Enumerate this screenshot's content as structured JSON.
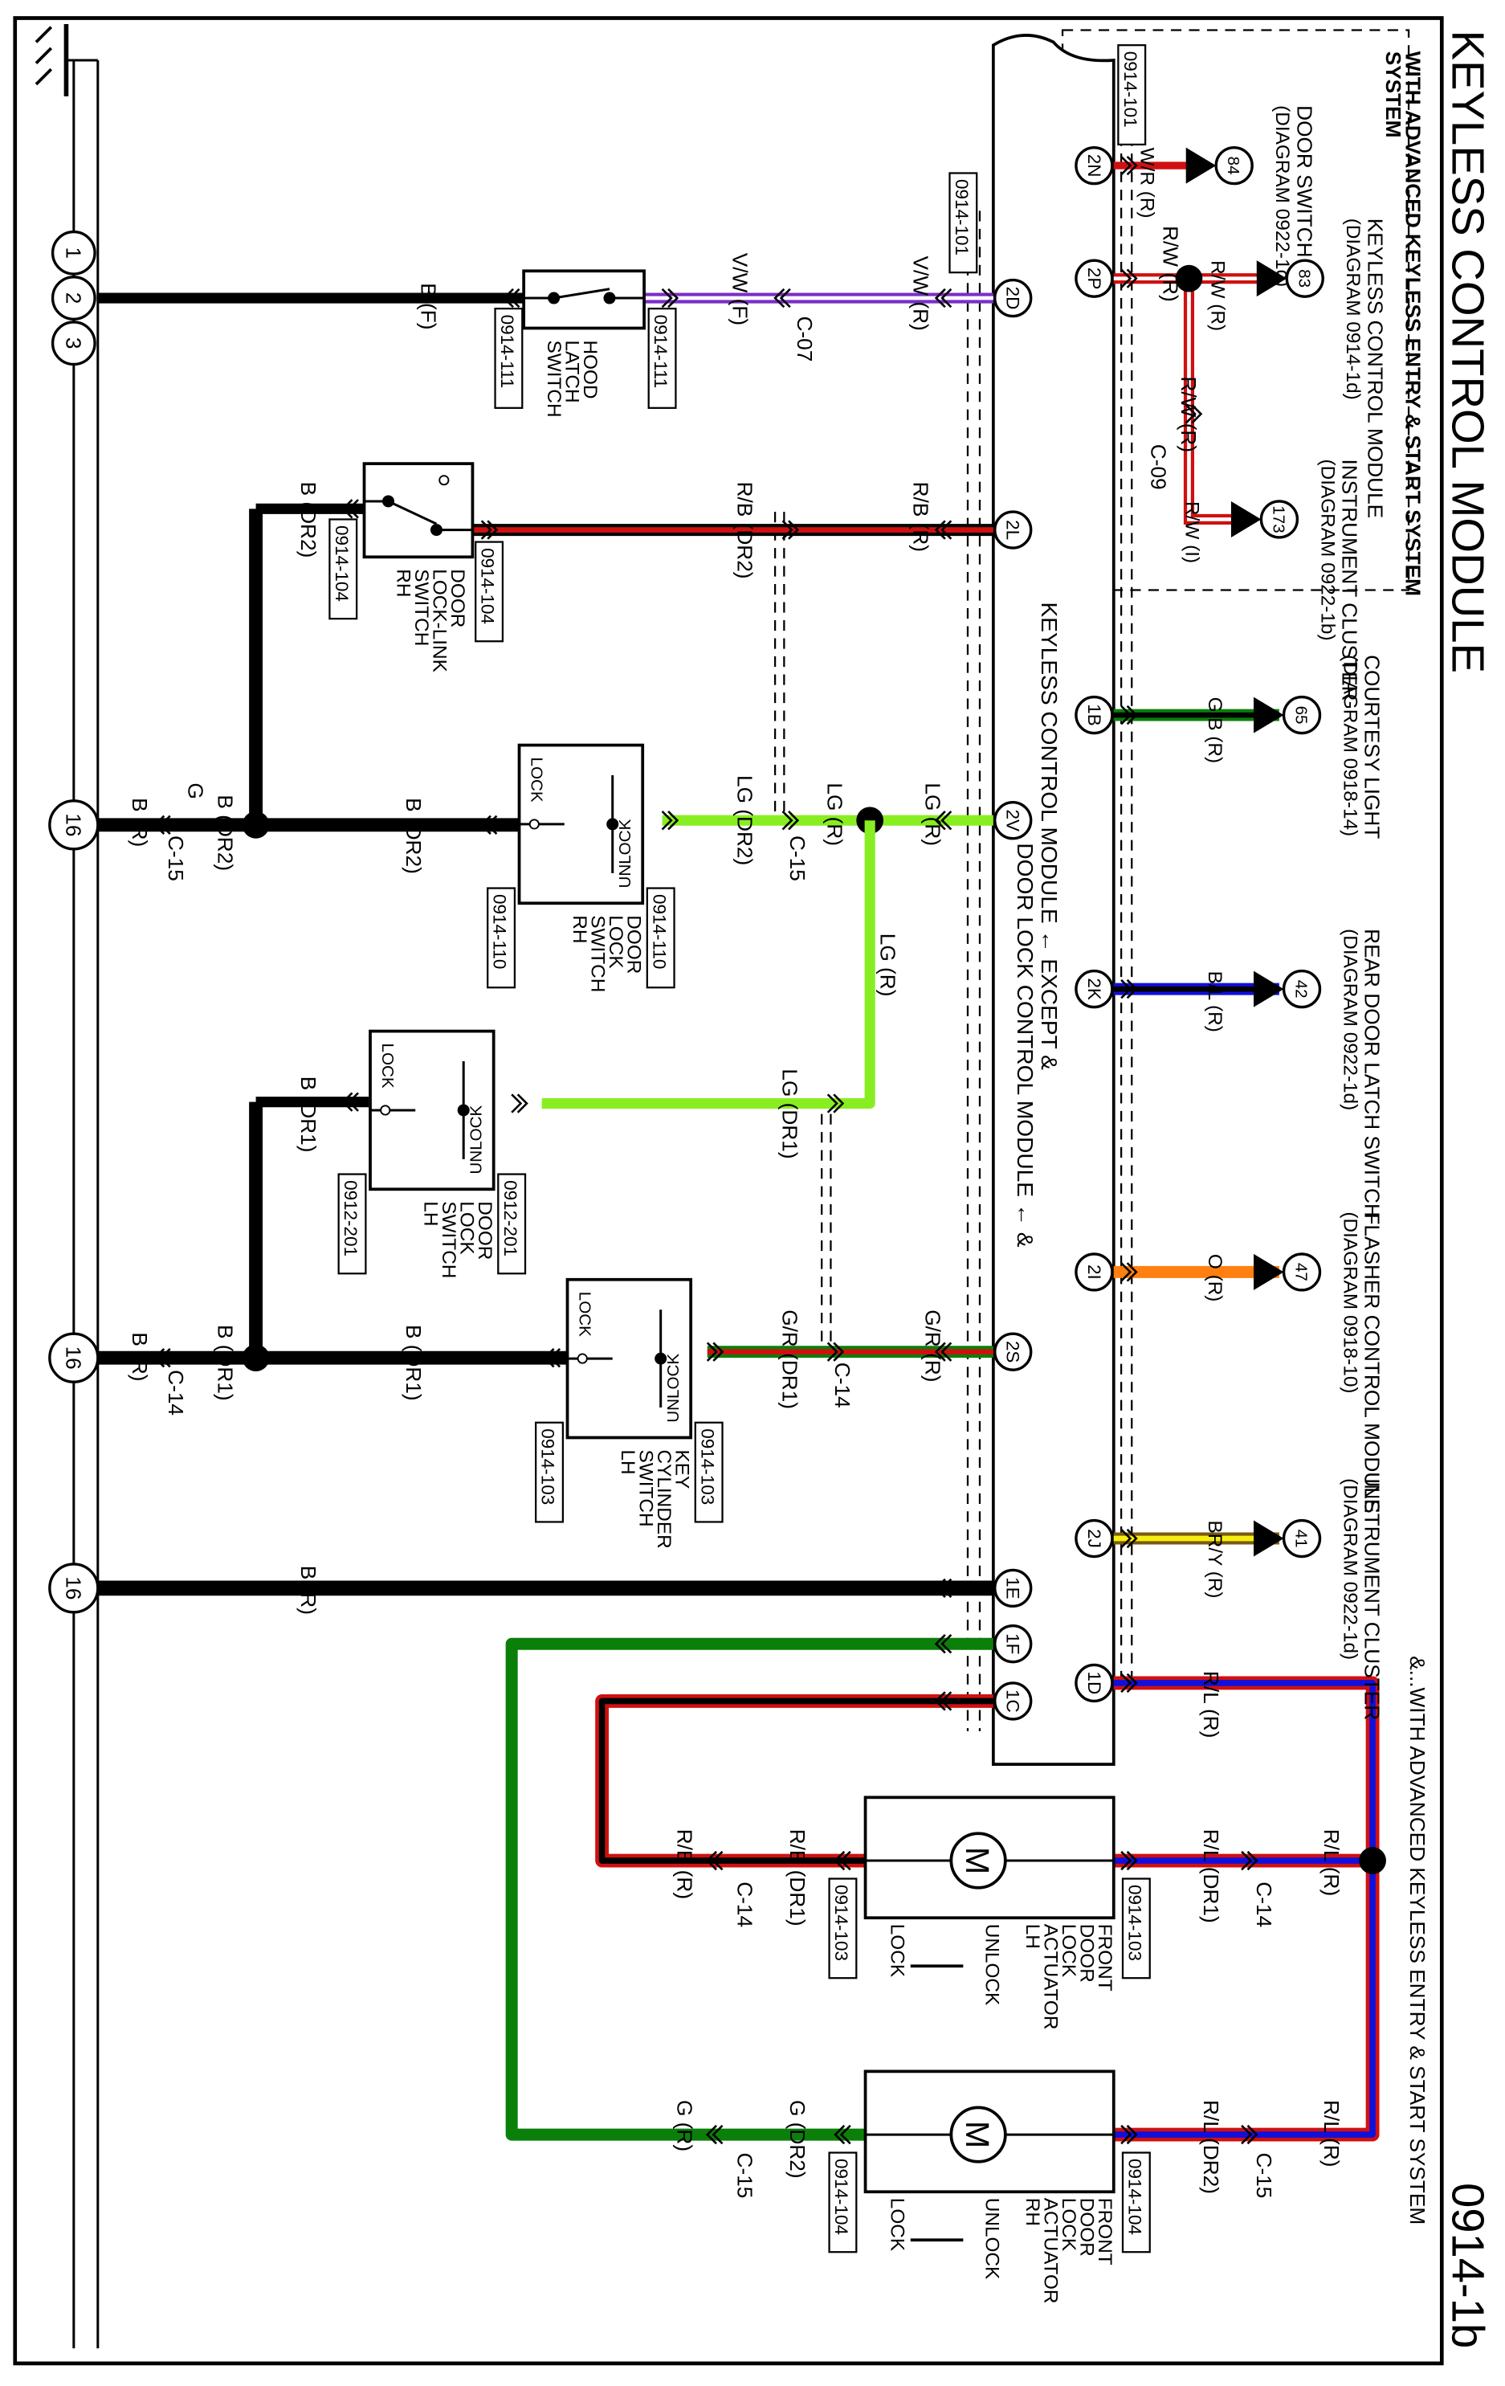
{
  "page": {
    "title": "KEYLESS CONTROL MODULE",
    "page_number": "0914-1b",
    "subsystem_note": "WITH ADVANCED KEYLESS ENTRY & START SYSTEM",
    "actuator_note": "&...WITH ADVANCED KEYLESS ENTRY & START SYSTEM",
    "module_label_1": "KEYLESS CONTROL MODULE ← EXCEPT &",
    "module_label_2": "DOOR LOCK CONTROL MODULE ← &"
  },
  "colors": {
    "black": "#000000",
    "red": "#d01010",
    "violet": "#7a2fc8",
    "light_green": "#88ee22",
    "green": "#0a7f0a",
    "blue": "#1010dd",
    "orange": "#ff8010",
    "yellow": "#f5ee10",
    "brown": "#7a5a10"
  },
  "grounds": {
    "top_group": [
      "1",
      "2",
      "3"
    ],
    "g16": "16"
  },
  "external_refs": [
    {
      "id": "84",
      "name": "DOOR SWITCH FL",
      "diagram": "(DIAGRAM 0922-1d)",
      "wire": "W/R (R)",
      "pin": "2N"
    },
    {
      "id": "83",
      "name": "KEYLESS CONTROL MODULE",
      "diagram": "(DIAGRAM 0914-1d)",
      "wire": "R/W (R)",
      "pin": "2P"
    },
    {
      "id": "173",
      "name": "INSTRUMENT CLUSTER",
      "diagram": "(DIAGRAM 0922-1b)",
      "wire": "R/W (I)",
      "pin": ""
    },
    {
      "id": "65",
      "name": "COURTESY LIGHT",
      "diagram": "(DIAGRAM 0918-14)",
      "wire": "G/B (R)",
      "pin": "1B"
    },
    {
      "id": "42",
      "name": "REAR DOOR LATCH SWITCH",
      "diagram": "(DIAGRAM 0922-1d)",
      "wire": "B/L (R)",
      "pin": "2K"
    },
    {
      "id": "47",
      "name": "FLASHER CONTROL MODULE",
      "diagram": "(DIAGRAM 0918-10)",
      "wire": "O (R)",
      "pin": "2I"
    },
    {
      "id": "41",
      "name": "INSTRUMENT CLUSTER",
      "diagram": "(DIAGRAM 0922-1d)",
      "wire": "BR/Y (R)",
      "pin": "2J"
    }
  ],
  "labels": {
    "ref_0914_101": "0914-101",
    "ref_0914_111": "0914-111",
    "ref_0914_104": "0914-104",
    "ref_0914_110": "0914-110",
    "ref_0912_201": "0912-201",
    "ref_0914_103": "0914-103",
    "rw_r": "R/W (R)",
    "c09": "C-09",
    "c07": "C-07",
    "c14": "C-14",
    "c15": "C-15",
    "vw_r": "V/W (R)",
    "vw_f": "V/W (F)",
    "b_f": "B (F)",
    "rb_r": "R/B (R)",
    "rb_dr2": "R/B (DR2)",
    "rb_dr1": "R/B (DR1)",
    "b_dr2": "B (DR2)",
    "b_dr1": "B (DR1)",
    "b_r": "B (R)",
    "g": "G",
    "lg_r": "LG (R)",
    "lg_dr2": "LG (DR2)",
    "lg_dr1": "LG (DR1)",
    "gr_r": "G/R (R)",
    "gr_dr1": "G/R (DR1)",
    "rl_r": "R/L (R)",
    "rl_dr1": "R/L (DR1)",
    "rl_dr2": "R/L (DR2)",
    "g_r": "G (R)",
    "g_dr2": "G (DR2)",
    "unlock": "UNLOCK",
    "lock": "LOCK",
    "motor": "M"
  },
  "pins": {
    "p2D": "2D",
    "p2L": "2L",
    "p2V": "2V",
    "p2S": "2S",
    "p1E": "1E",
    "p1F": "1F",
    "p1C": "1C",
    "p1D": "1D",
    "p2N": "2N",
    "p2P": "2P",
    "p1B": "1B",
    "p2K": "2K",
    "p2I": "2I",
    "p2J": "2J"
  },
  "components": {
    "hood_latch": [
      "HOOD",
      "LATCH",
      "SWITCH"
    ],
    "lock_link_rh": [
      "DOOR",
      "LOCK-LINK",
      "SWITCH",
      "RH"
    ],
    "door_lock_rh": [
      "DOOR",
      "LOCK",
      "SWITCH",
      "RH"
    ],
    "door_lock_lh": [
      "DOOR",
      "LOCK",
      "SWITCH",
      "LH"
    ],
    "key_cyl_lh": [
      "KEY",
      "CYLINDER",
      "SWITCH",
      "LH"
    ],
    "actuator_lh": [
      "FRONT",
      "DOOR",
      "LOCK",
      "ACTUATOR",
      "LH"
    ],
    "actuator_rh": [
      "FRONT",
      "DOOR",
      "LOCK",
      "ACTUATOR",
      "RH"
    ]
  }
}
